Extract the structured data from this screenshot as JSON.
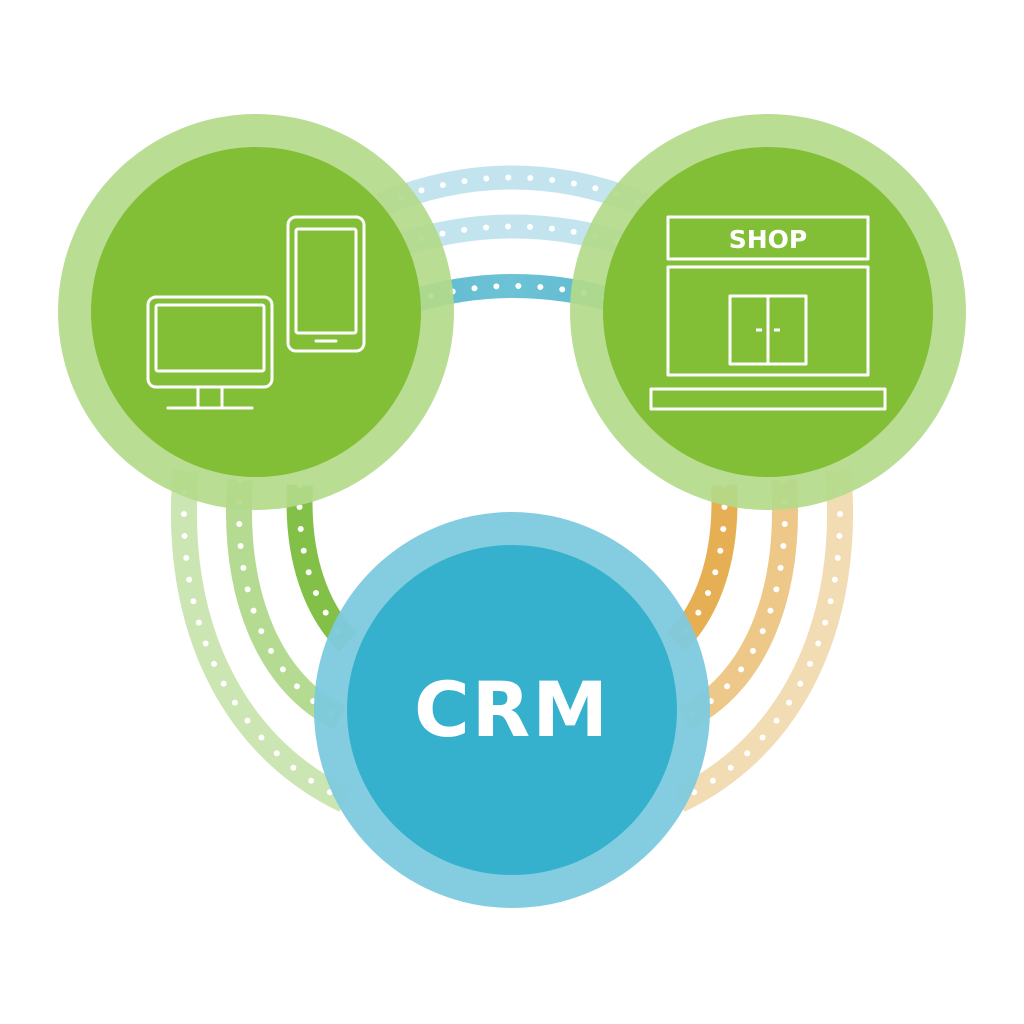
{
  "diagram": {
    "nodes": {
      "digital": {
        "icons": [
          "monitor-icon",
          "smartphone-icon"
        ]
      },
      "shop": {
        "sign_text": "SHOP",
        "icons": [
          "storefront-icon"
        ]
      },
      "crm": {
        "label": "CRM"
      }
    },
    "links": [
      {
        "from": "digital",
        "to": "shop",
        "count": 3
      },
      {
        "from": "digital",
        "to": "crm",
        "count": 3
      },
      {
        "from": "shop",
        "to": "crm",
        "count": 3
      }
    ]
  },
  "colors": {
    "green_outer": "#b3da8a",
    "green_inner": "#82bf37",
    "blue_outer": "#7dcade",
    "blue_inner": "#35b1cd",
    "teal_band": "#4eb7cc",
    "orange_band": "#e9b35a",
    "icon_stroke": "#ffffff"
  }
}
